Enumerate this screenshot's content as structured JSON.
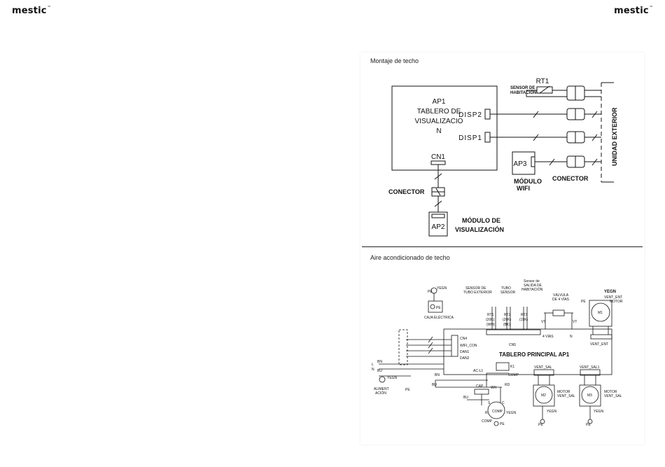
{
  "header": {
    "logo_left": "mestic",
    "logo_right": "mestic"
  },
  "top_diagram": {
    "title": "Montaje de techo",
    "ap1": [
      "AP1",
      "TABLERO DE",
      "VISUALIZACIO",
      "N"
    ],
    "cn1": "CN1",
    "disp2": "DISP2",
    "disp1": "DISP1",
    "rt1": "RT1",
    "sensor": [
      "SENSOR DE",
      "HABITACIÓN"
    ],
    "ap3": "AP3",
    "wifi": [
      "MÓDULO",
      "WIFI"
    ],
    "conector_right": "CONECTOR",
    "conector_left": "CONECTOR",
    "ap2": "AP2",
    "display_module": [
      "MÓDULO DE",
      "VISUALIZACIÓN"
    ],
    "outdoor_unit": "UNIDAD EXTERIOR"
  },
  "bottom_diagram": {
    "title": "Aire acondicionado de techo",
    "pe_top": "PE",
    "yegn_top": "YEGN",
    "pe_box": "PE",
    "caja": "CAJA ELÉCTRICA",
    "sensor_tubo_ext": [
      "SENSOR DE",
      "TUBO EXTERIOR"
    ],
    "tubo_sensor": [
      "TUBO",
      "SENSOR"
    ],
    "sensor_salida": [
      "Sensor de",
      "SALIDA DE",
      "HABITACIÓN"
    ],
    "valvula": [
      "VÁLVULA",
      "DE 4 VÍAS"
    ],
    "yegn_motor": "YEGN",
    "vent_ent_motor": [
      "VENT_ENT",
      "MOTOR"
    ],
    "pe_motor": "PE",
    "rt1": [
      "RT1",
      "(20K)",
      "(WH)"
    ],
    "rt2": [
      "RT2",
      "(20K)",
      "(BK)"
    ],
    "rt3": [
      "RT3",
      "(15K)"
    ],
    "vt_left": "VT",
    "vt_right": "VT",
    "m1": "M1",
    "cuatro_vias": "4 VÍAS",
    "n": "N",
    "cn5": "CN5",
    "vent_ent": "VENT_ENT",
    "ports": [
      "CN4",
      "WIFI_CON",
      "DAN1",
      "DAN2"
    ],
    "tablero": "TABLERO PRINCIPAL AP1",
    "bn": "BN",
    "bu": "BU",
    "l": "L",
    "n_in": "N",
    "bn_left": "BN",
    "yegn_left": "YEGN",
    "alimentacion": [
      "ALIMENT",
      "ACIÓN"
    ],
    "pe_left": "PE",
    "ac_l1": "AC-L1",
    "k1": "K1",
    "comp_label": "COMP",
    "vent_sal": "VENT_SAL",
    "vent_sal1": "VENT_SAL1",
    "bu_mid": "BU",
    "rd": "RD",
    "cap": "CAP.",
    "wh": "WH",
    "bu_low": "BU",
    "s": "S",
    "c": "C",
    "r": "R",
    "comp": "COMP",
    "yegn_comp": "YEGN",
    "comp_bottom": "COMP",
    "pe_comp": "PE",
    "m2": "M2",
    "m3": "M3",
    "motor_vent_sal": [
      "MOTOR",
      "VENT_SAL"
    ],
    "motor_vent_sal_2": [
      "MOTOR",
      "VENT_SAL"
    ],
    "yegn_m2": "YEGN",
    "yegn_m3": "YEGN",
    "pe_m2": "PE",
    "pe_m3": "PE"
  }
}
